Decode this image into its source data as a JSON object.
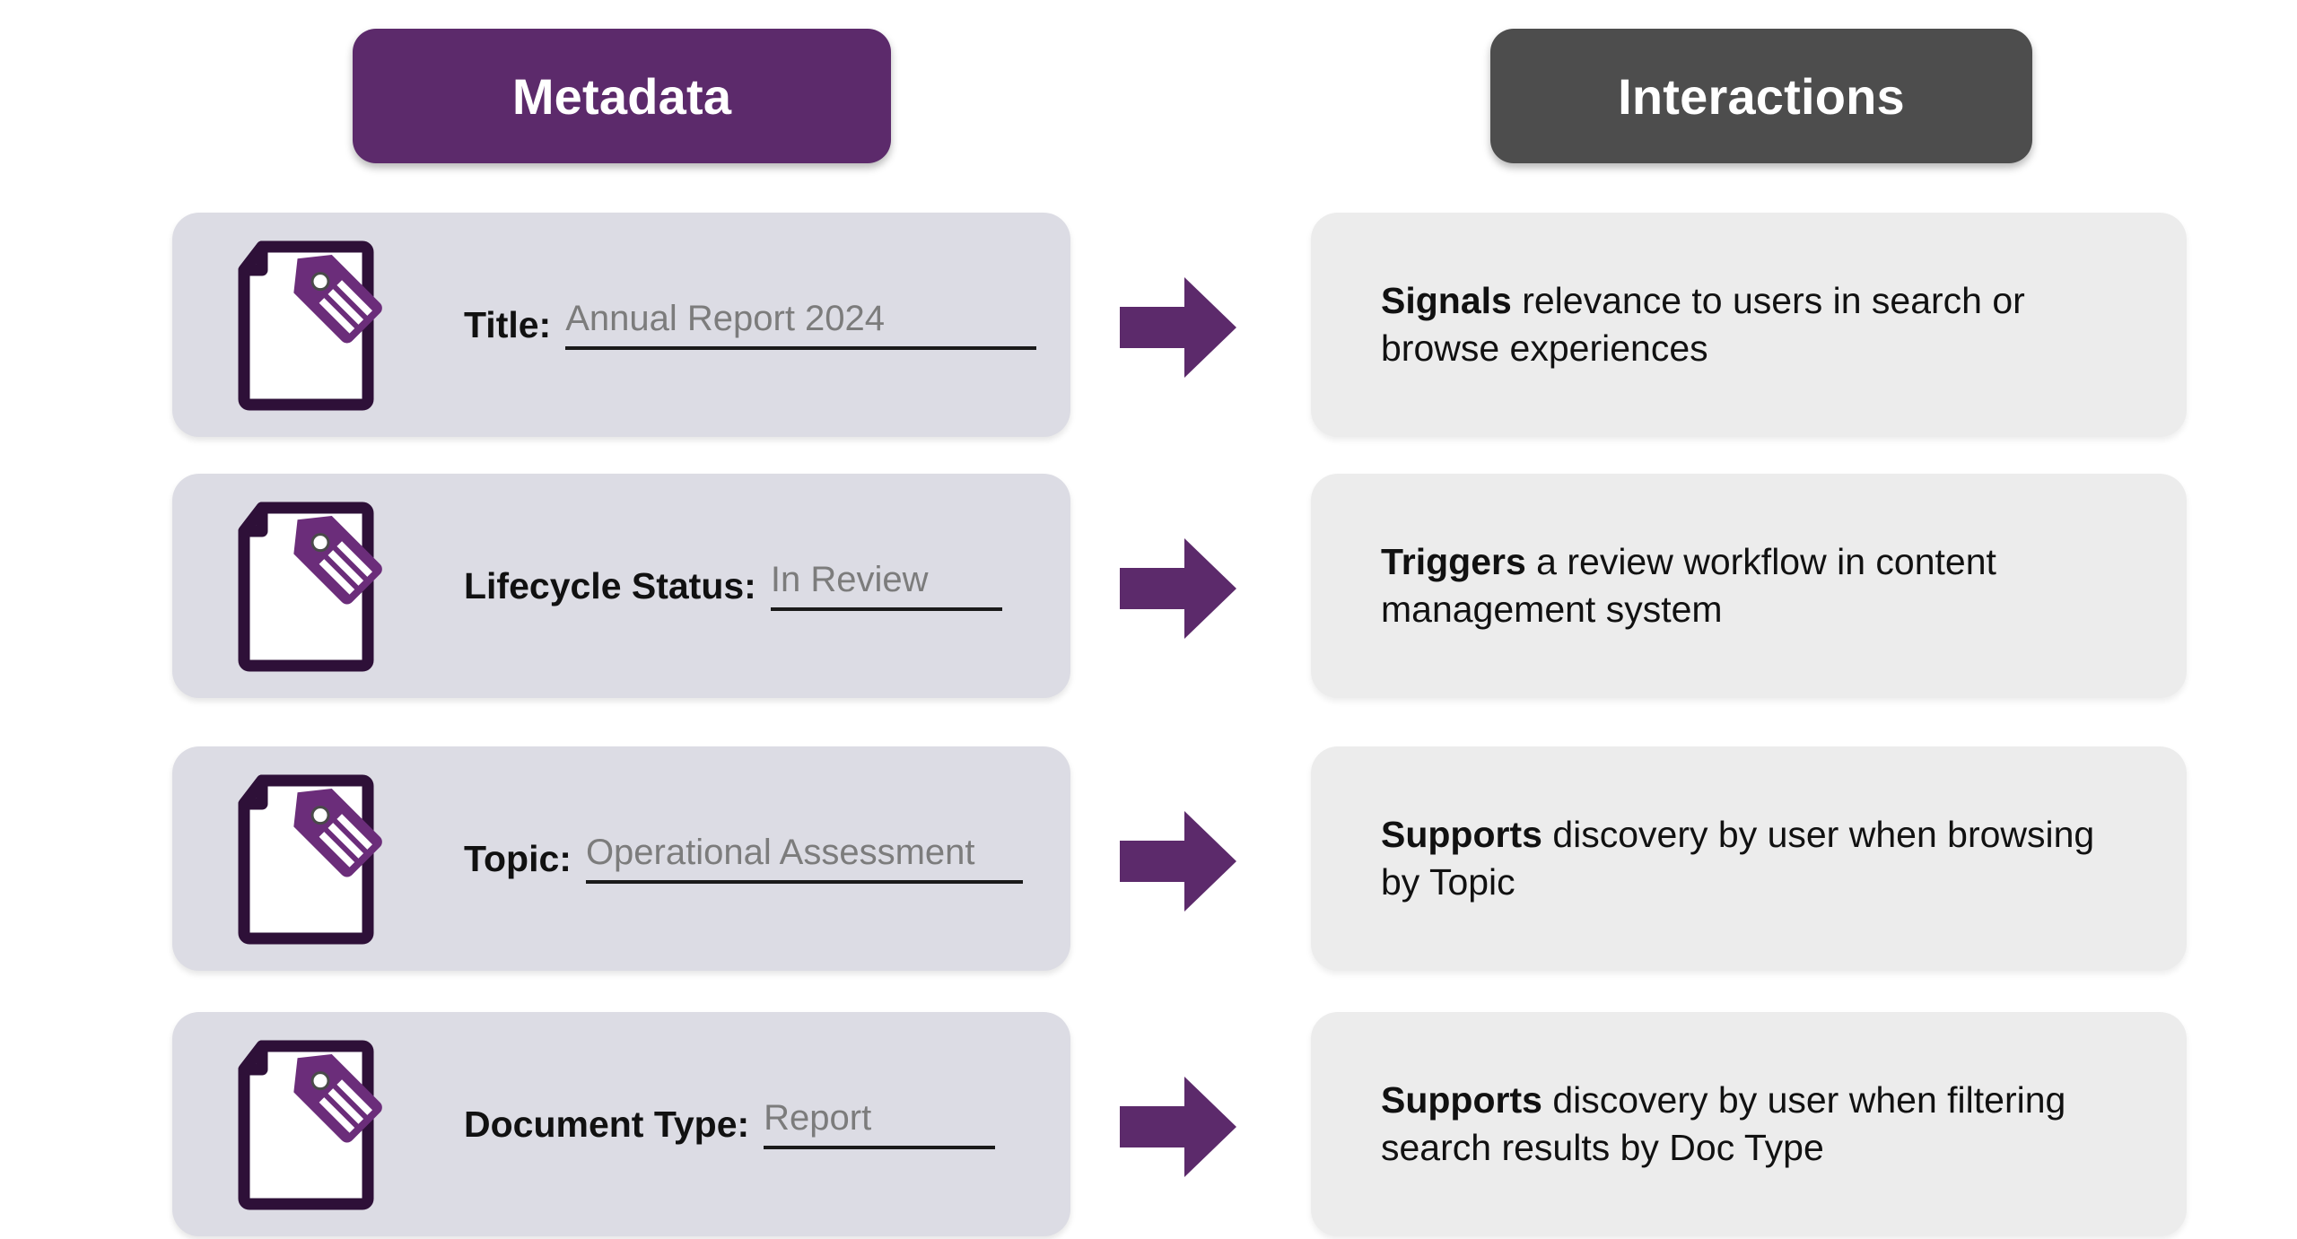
{
  "headers": {
    "metadata": "Metadata",
    "interactions": "Interactions"
  },
  "colors": {
    "metadata_header_bg": "#5c2a6b",
    "interactions_header_bg": "#4d4d4d",
    "metadata_card_bg": "#dcdce4",
    "interaction_card_bg": "#ececec",
    "arrow": "#5c2a6b",
    "icon_outline": "#2e1038",
    "icon_tag": "#6b2d7a",
    "value_text": "#7c7c7c",
    "label_text": "#111111"
  },
  "rows": [
    {
      "icon": "document-tag-icon",
      "label": "Title:",
      "value": "Annual Report 2024",
      "arrow": "arrow-right-icon",
      "interaction_lead": "Signals",
      "interaction_rest": " relevance to users in search or browse experiences"
    },
    {
      "icon": "document-tag-icon",
      "label": "Lifecycle Status:",
      "value": "In Review",
      "arrow": "arrow-right-icon",
      "interaction_lead": "Triggers",
      "interaction_rest": " a review workflow in content management system"
    },
    {
      "icon": "document-tag-icon",
      "label": "Topic:",
      "value": "Operational Assessment",
      "arrow": "arrow-right-icon",
      "interaction_lead": "Supports",
      "interaction_rest": " discovery by user when browsing by Topic"
    },
    {
      "icon": "document-tag-icon",
      "label": "Document Type:",
      "value": "Report",
      "arrow": "arrow-right-icon",
      "interaction_lead": "Supports",
      "interaction_rest": " discovery by user when filtering search results by Doc Type"
    }
  ]
}
